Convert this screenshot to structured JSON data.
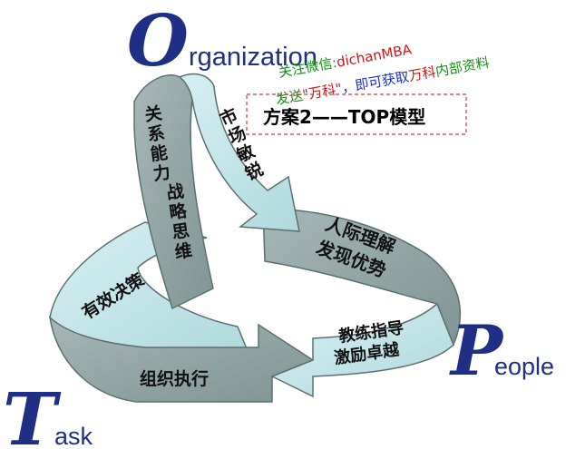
{
  "axes": {
    "organization": {
      "initial": "O",
      "rest": "rganization"
    },
    "people": {
      "initial": "P",
      "rest": "eople"
    },
    "task": {
      "initial": "T",
      "rest": "ask"
    }
  },
  "title": "方案2——TOP模型",
  "bands": {
    "org_dark": [
      "关系能力",
      "战略思维"
    ],
    "org_light": [
      "市场敏锐"
    ],
    "people_dark": [
      "人际理解",
      "发现优势"
    ],
    "people_light": [
      "教练指导",
      "激励卓越"
    ],
    "task_light": "有效决策",
    "task_dark": "组织执行"
  },
  "watermark": {
    "line1_prefix": "关注微信:",
    "line1_id": "dichanMBA",
    "line2_a": "发送",
    "line2_b": "\"万科\"",
    "line2_c": "，即可获取",
    "line2_d": "万科",
    "line2_e": "内部资料"
  },
  "colors": {
    "dark_band": "#8fa3a3",
    "light_band": "#c4e6ea",
    "band_stroke": "#5d7070",
    "initial_color": "#1f2f86",
    "title_border": "#d43c3c"
  }
}
